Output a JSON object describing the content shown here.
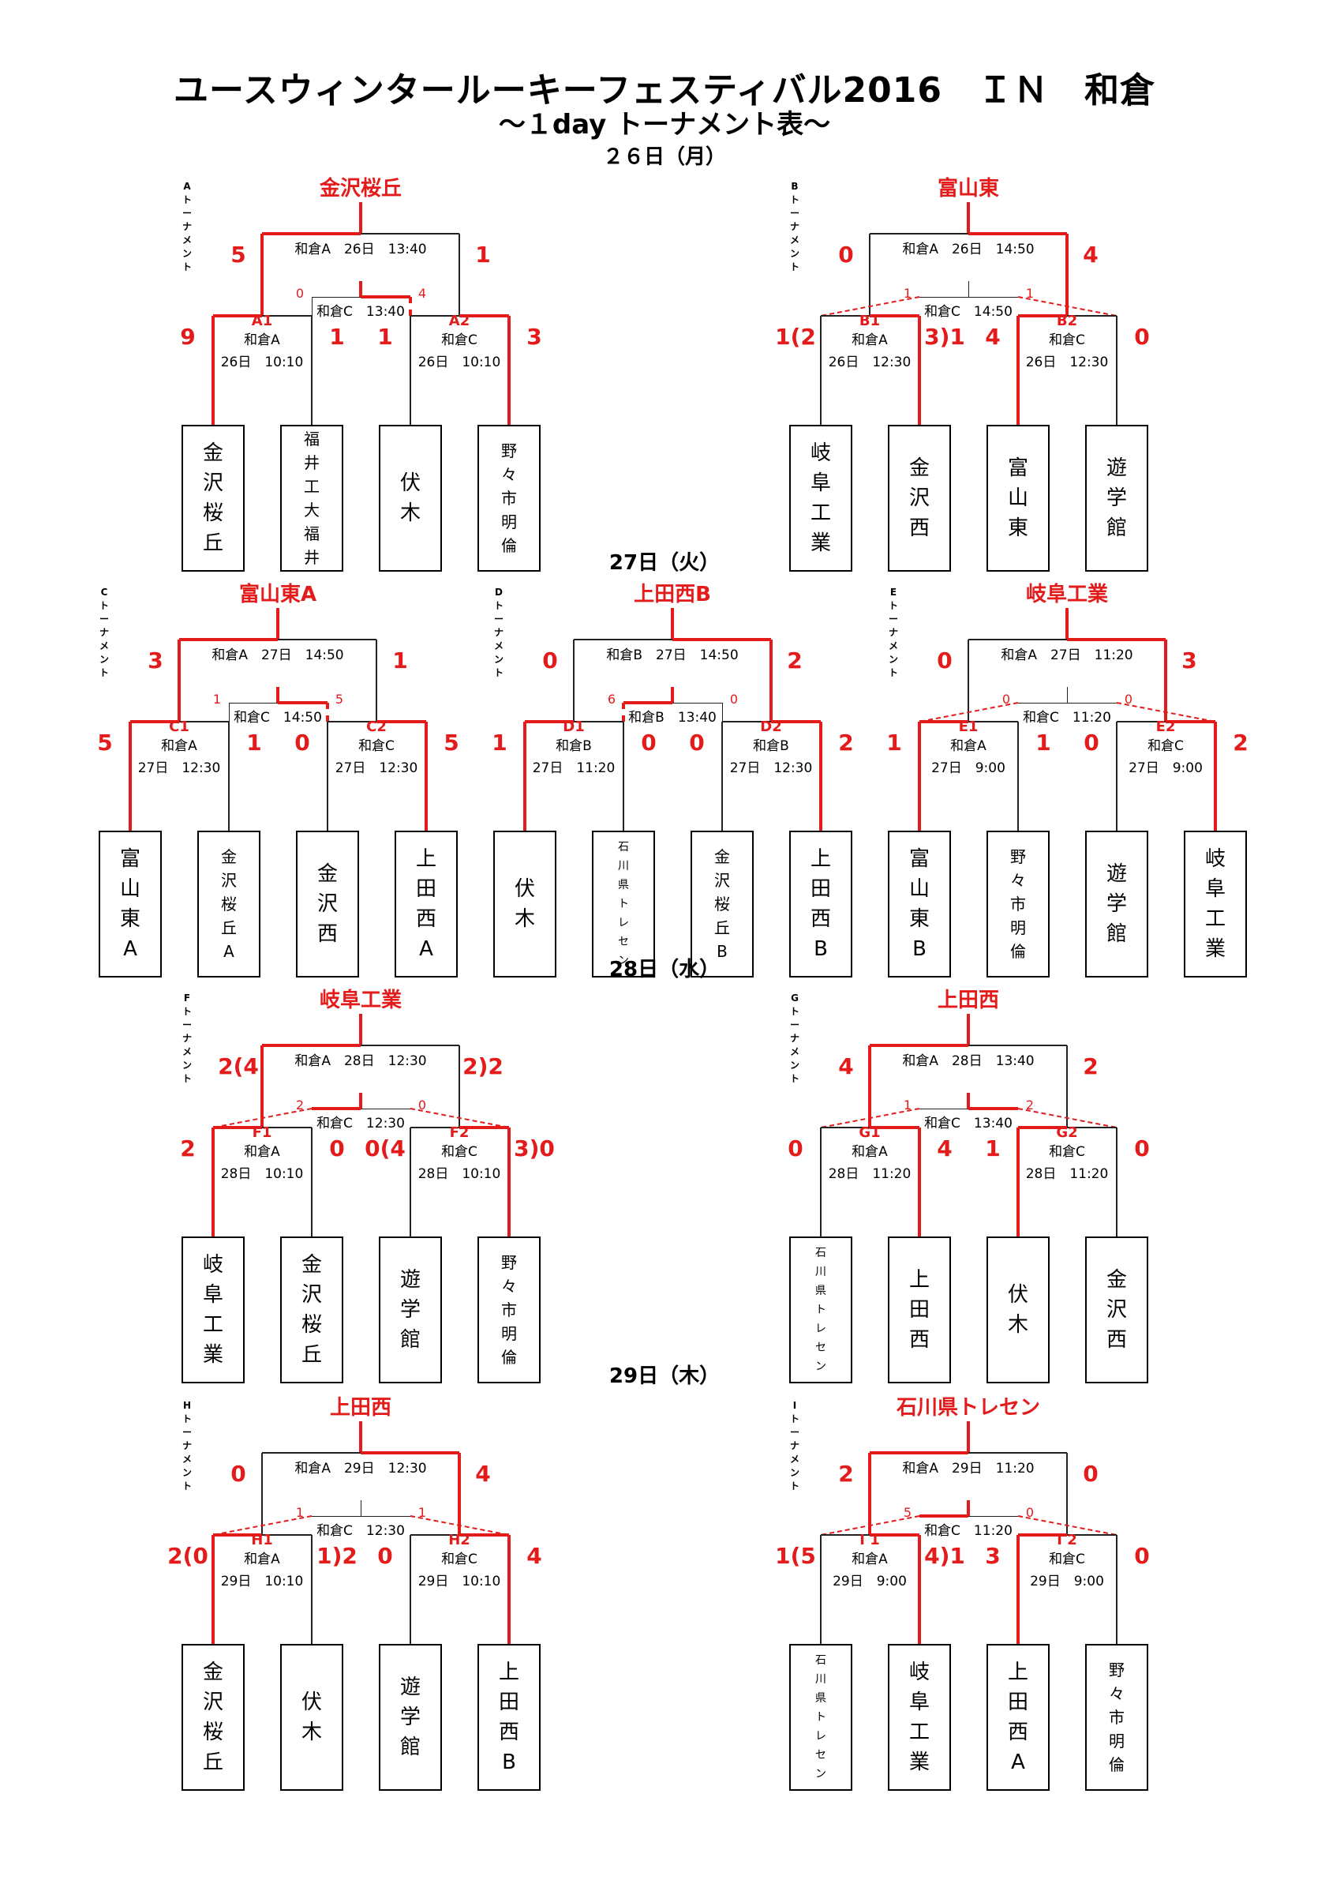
{
  "title": "ユースウィンタールーキーフェスティバル2016　ＩＮ　和倉",
  "subtitle": "～１day トーナメント表～",
  "days": [
    {
      "label": "２６日（月）"
    },
    {
      "label": "27日（火）"
    },
    {
      "label": "28日（水）"
    },
    {
      "label": "29日（木）"
    }
  ],
  "tournaments": [
    {
      "key": "A",
      "label": "Aトーナメント",
      "winner": "金沢桜丘",
      "final": {
        "info": "和倉A　26日　13:40",
        "left": "5",
        "right": "1"
      },
      "third": {
        "info": "和倉C　13:40",
        "left": "0",
        "right": "4"
      },
      "m1": {
        "code": "A1",
        "venue": "和倉A",
        "time": "26日　10:10",
        "left": "9",
        "right": "1"
      },
      "m2": {
        "code": "A2",
        "venue": "和倉C",
        "time": "26日　10:10",
        "left": "1",
        "right": "3"
      },
      "teams": [
        "金沢桜丘",
        "福井工大福井",
        "伏木",
        "野々市明倫"
      ]
    },
    {
      "key": "B",
      "label": "Bトーナメント",
      "winner": "富山東",
      "final": {
        "info": "和倉A　26日　14:50",
        "left": "0",
        "right": "4"
      },
      "third": {
        "info": "和倉C　14:50",
        "left": "1",
        "right": "1"
      },
      "m1": {
        "code": "B1",
        "venue": "和倉A",
        "time": "26日　12:30",
        "left": "1(2",
        "right": "3)1"
      },
      "m2": {
        "code": "B2",
        "venue": "和倉C",
        "time": "26日　12:30",
        "left": "4",
        "right": "0"
      },
      "teams": [
        "岐阜工業",
        "金沢西",
        "富山東",
        "遊学館"
      ]
    },
    {
      "key": "C",
      "label": "Cトーナメント",
      "winner": "富山東A",
      "final": {
        "info": "和倉A　27日　14:50",
        "left": "3",
        "right": "1"
      },
      "third": {
        "info": "和倉C　14:50",
        "left": "1",
        "right": "5"
      },
      "m1": {
        "code": "C1",
        "venue": "和倉A",
        "time": "27日　12:30",
        "left": "5",
        "right": "1"
      },
      "m2": {
        "code": "C2",
        "venue": "和倉C",
        "time": "27日　12:30",
        "left": "0",
        "right": "5"
      },
      "teams": [
        "富山東A",
        "金沢桜丘A",
        "金沢西",
        "上田西A"
      ]
    },
    {
      "key": "D",
      "label": "Dトーナメント",
      "winner": "上田西B",
      "final": {
        "info": "和倉B　27日　14:50",
        "left": "0",
        "right": "2"
      },
      "third": {
        "info": "和倉B　13:40",
        "left": "6",
        "right": "0"
      },
      "m1": {
        "code": "D1",
        "venue": "和倉B",
        "time": "27日　11:20",
        "left": "1",
        "right": "0"
      },
      "m2": {
        "code": "D2",
        "venue": "和倉B",
        "time": "27日　12:30",
        "left": "0",
        "right": "2"
      },
      "teams": [
        "伏木",
        "石川県トレセン",
        "金沢桜丘B",
        "上田西B"
      ]
    },
    {
      "key": "E",
      "label": "Eトーナメント",
      "winner": "岐阜工業",
      "final": {
        "info": "和倉A　27日　11:20",
        "left": "0",
        "right": "3"
      },
      "third": {
        "info": "和倉C　11:20",
        "left": "0",
        "right": "0"
      },
      "m1": {
        "code": "E1",
        "venue": "和倉A",
        "time": "27日　9:00",
        "left": "1",
        "right": "1"
      },
      "m2": {
        "code": "E2",
        "venue": "和倉C",
        "time": "27日　9:00",
        "left": "0",
        "right": "2"
      },
      "teams": [
        "富山東B",
        "野々市明倫",
        "遊学館",
        "岐阜工業"
      ]
    },
    {
      "key": "F",
      "label": "Fトーナメント",
      "winner": "岐阜工業",
      "final": {
        "info": "和倉A　28日　12:30",
        "left": "2(4",
        "right": "2)2"
      },
      "third": {
        "info": "和倉C　12:30",
        "left": "2",
        "right": "0"
      },
      "m1": {
        "code": "F1",
        "venue": "和倉A",
        "time": "28日　10:10",
        "left": "2",
        "right": "0"
      },
      "m2": {
        "code": "F2",
        "venue": "和倉C",
        "time": "28日　10:10",
        "left": "0(4",
        "right": "3)0"
      },
      "teams": [
        "岐阜工業",
        "金沢桜丘",
        "遊学館",
        "野々市明倫"
      ]
    },
    {
      "key": "G",
      "label": "Gトーナメント",
      "winner": "上田西",
      "final": {
        "info": "和倉A　28日　13:40",
        "left": "4",
        "right": "2"
      },
      "third": {
        "info": "和倉C　13:40",
        "left": "1",
        "right": "2"
      },
      "m1": {
        "code": "G1",
        "venue": "和倉A",
        "time": "28日　11:20",
        "left": "0",
        "right": "4"
      },
      "m2": {
        "code": "G2",
        "venue": "和倉C",
        "time": "28日　11:20",
        "left": "1",
        "right": "0"
      },
      "teams": [
        "石川県トレセン",
        "上田西",
        "伏木",
        "金沢西"
      ]
    },
    {
      "key": "H",
      "label": "Hトーナメント",
      "winner": "上田西",
      "final": {
        "info": "和倉A　29日　12:30",
        "left": "0",
        "right": "4"
      },
      "third": {
        "info": "和倉C　12:30",
        "left": "1",
        "right": "1"
      },
      "m1": {
        "code": "H1",
        "venue": "和倉A",
        "time": "29日　10:10",
        "left": "2(0",
        "right": "1)2"
      },
      "m2": {
        "code": "H2",
        "venue": "和倉C",
        "time": "29日　10:10",
        "left": "0",
        "right": "4"
      },
      "teams": [
        "金沢桜丘",
        "伏木",
        "遊学館",
        "上田西B"
      ]
    },
    {
      "key": "I",
      "label": "Iトーナメント",
      "winner": "石川県トレセン",
      "final": {
        "info": "和倉A　29日　11:20",
        "left": "2",
        "right": "0"
      },
      "third": {
        "info": "和倉C　11:20",
        "left": "5",
        "right": "0"
      },
      "m1": {
        "code": "I 1",
        "venue": "和倉A",
        "time": "29日　9:00",
        "left": "1(5",
        "right": "4)1"
      },
      "m2": {
        "code": "I 2",
        "venue": "和倉C",
        "time": "29日　9:00",
        "left": "3",
        "right": "0"
      },
      "teams": [
        "石川県トレセン",
        "岐阜工業",
        "上田西A",
        "野々市明倫"
      ]
    }
  ]
}
